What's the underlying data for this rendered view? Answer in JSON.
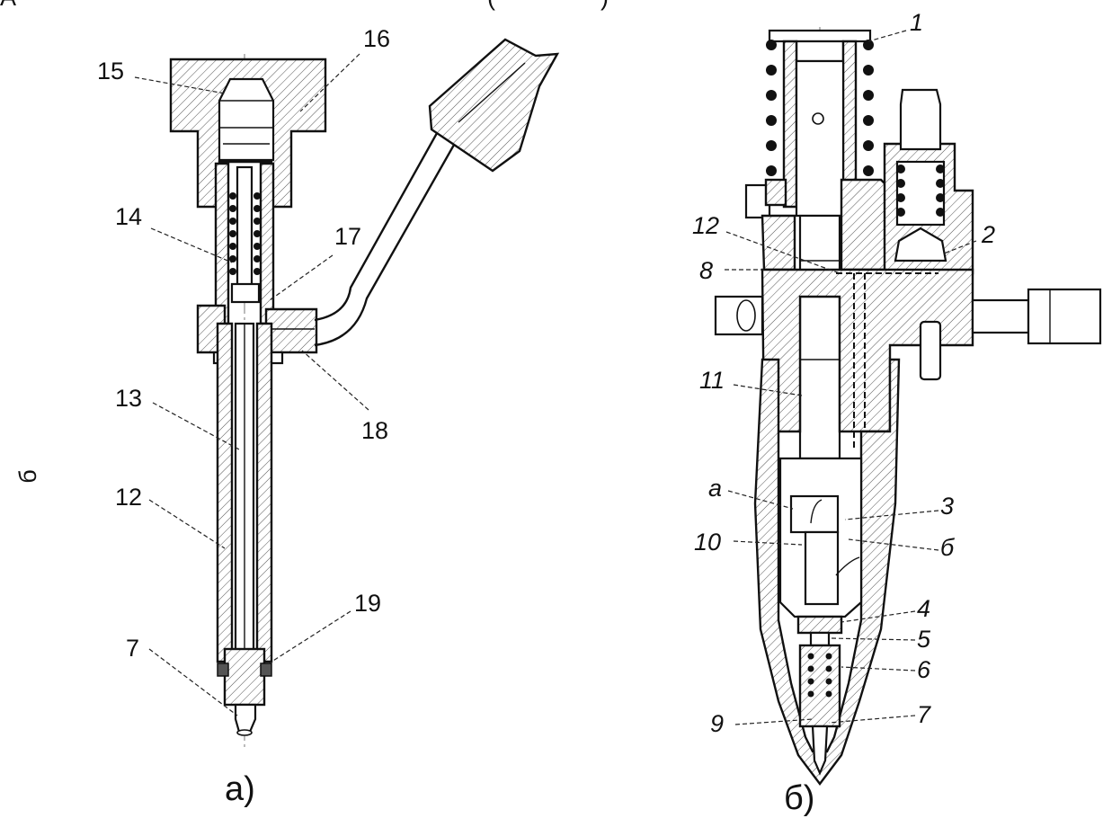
{
  "figure": {
    "top_text_left": "А",
    "top_text_mid": "(",
    "top_text_right": ")",
    "side_text": "б"
  },
  "diagram_a": {
    "caption": "а)",
    "labels": [
      "15",
      "16",
      "14",
      "17",
      "18",
      "13",
      "12",
      "19",
      "7"
    ]
  },
  "diagram_b": {
    "caption": "б)",
    "labels": [
      "1",
      "12",
      "2",
      "8",
      "11",
      "а",
      "3",
      "10",
      "б",
      "4",
      "5",
      "6",
      "9",
      "7"
    ]
  }
}
